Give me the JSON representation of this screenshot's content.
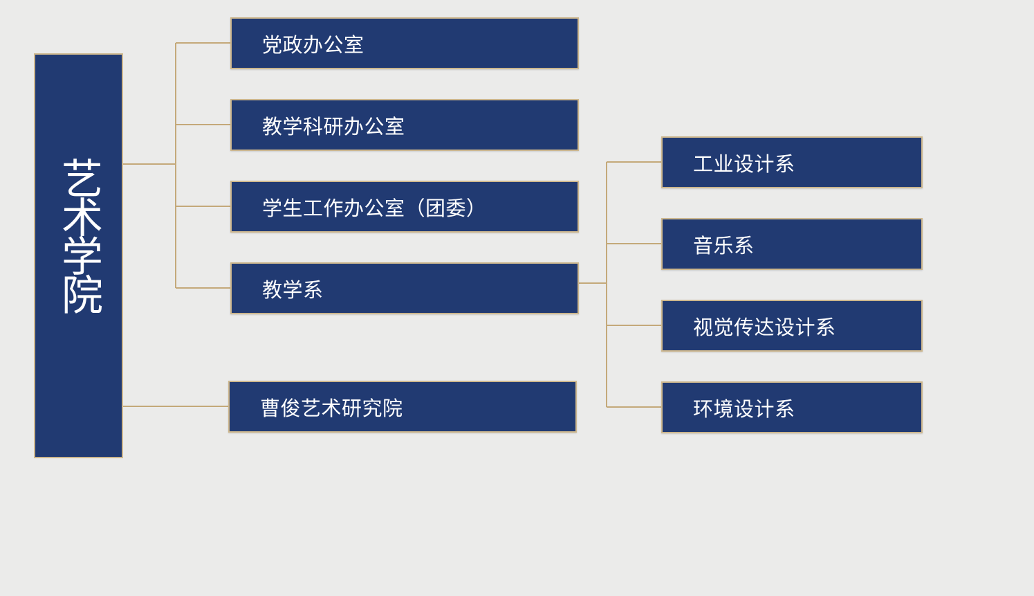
{
  "root": {
    "label": "艺术学院"
  },
  "offices": [
    {
      "label": "党政办公室"
    },
    {
      "label": "教学科研办公室"
    },
    {
      "label": "学生工作办公室（团委）"
    },
    {
      "label": "教学系"
    }
  ],
  "institute": {
    "label": "曹俊艺术研究院"
  },
  "departments": [
    {
      "label": "工业设计系"
    },
    {
      "label": "音乐系"
    },
    {
      "label": "视觉传达设计系"
    },
    {
      "label": "环境设计系"
    }
  ],
  "colors": {
    "box_fill": "#213a72",
    "box_border": "#cdb78e",
    "connector": "#c4a97a",
    "background": "#ebebea",
    "text": "#ffffff"
  }
}
